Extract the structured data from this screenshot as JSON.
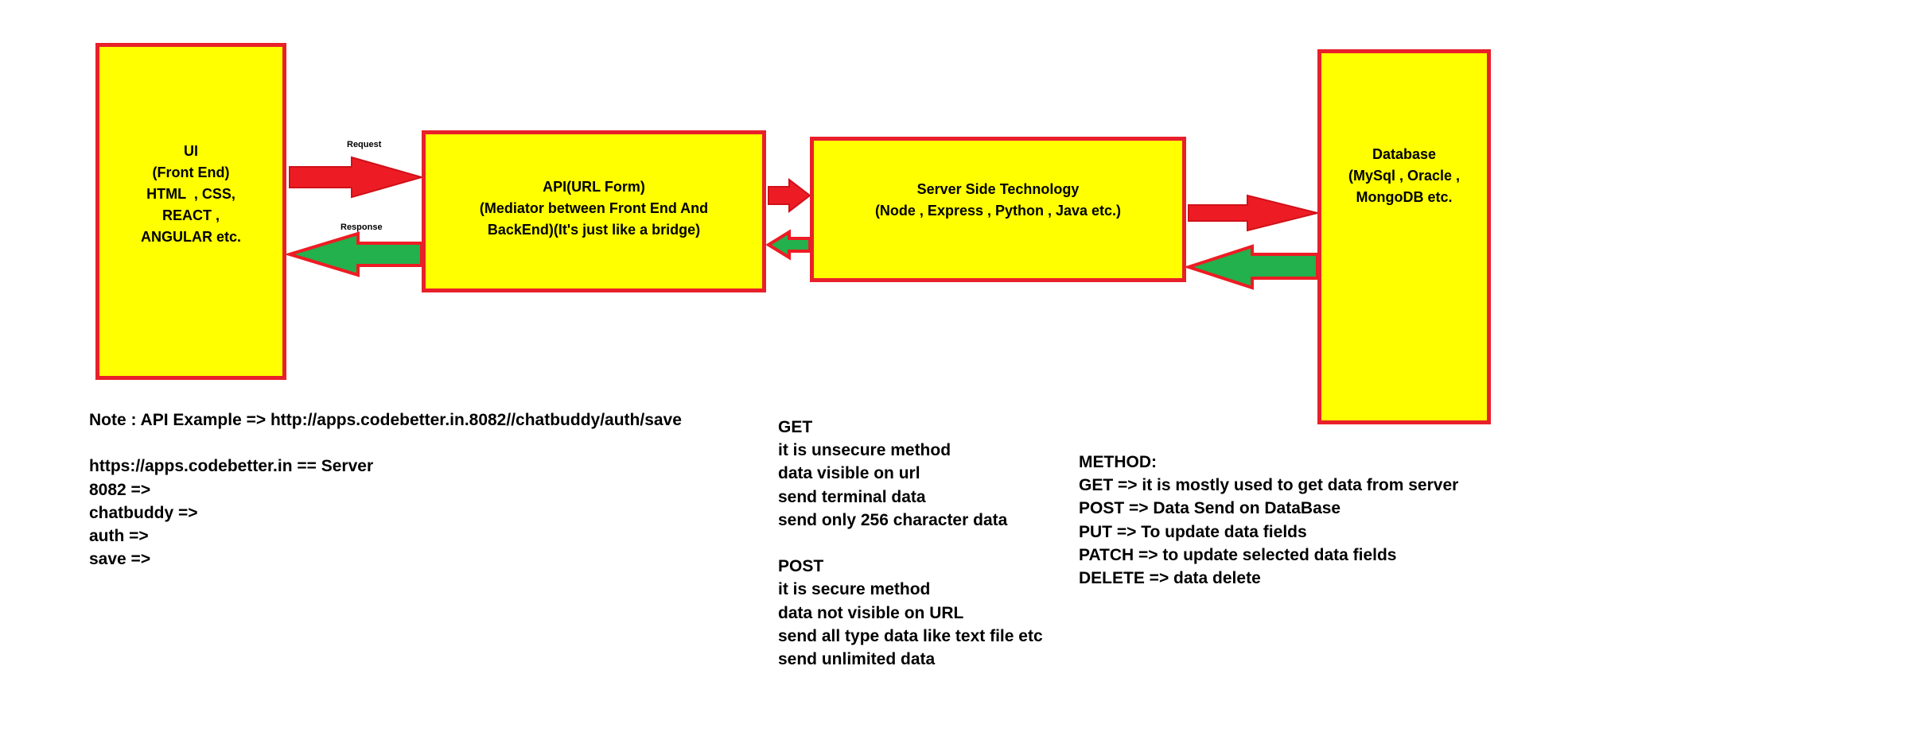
{
  "diagram": {
    "boxes": {
      "ui": {
        "lines": [
          "UI",
          "(Front End)",
          "HTML  , CSS,",
          "REACT ,",
          "ANGULAR etc."
        ]
      },
      "api": {
        "lines": [
          "API(URL Form)",
          "(Mediator between Front End And",
          "BackEnd)(It's just like a bridge)"
        ]
      },
      "server": {
        "lines": [
          "Server Side Technology",
          "(Node , Express , Python , Java etc.)"
        ]
      },
      "database": {
        "lines": [
          "Database",
          "(MySql , Oracle ,",
          "MongoDB etc."
        ]
      }
    },
    "arrow_labels": {
      "request": "Request",
      "response": "Response"
    },
    "colors": {
      "box_fill": "#ffff00",
      "box_border": "#e8202a",
      "request_arrow": "#ed1c24",
      "response_arrow": "#22b14c"
    }
  },
  "notes": {
    "api_example": "Note : API Example => http://apps.codebetter.in.8082//chatbuddy/auth/save",
    "blank": "",
    "server_line": "https://apps.codebetter.in == Server",
    "port_line": "8082 =>",
    "chatbuddy_line": "chatbuddy =>",
    "auth_line": "auth =>",
    "save_line": "save =>"
  },
  "get_post": {
    "get_title": "GET",
    "get_items": [
      "it is unsecure method",
      "data visible on url",
      "send terminal data",
      "send only 256 character data"
    ],
    "post_title": "POST",
    "post_items": [
      "it is secure method",
      "data not visible on URL",
      "send all type data like text file etc",
      "send unlimited data"
    ]
  },
  "methods": {
    "title": "METHOD:",
    "items": [
      "GET => it is mostly used to get data from server",
      "POST => Data Send on DataBase",
      "PUT => To update data fields",
      "PATCH => to update selected data fields",
      "DELETE => data delete"
    ]
  }
}
